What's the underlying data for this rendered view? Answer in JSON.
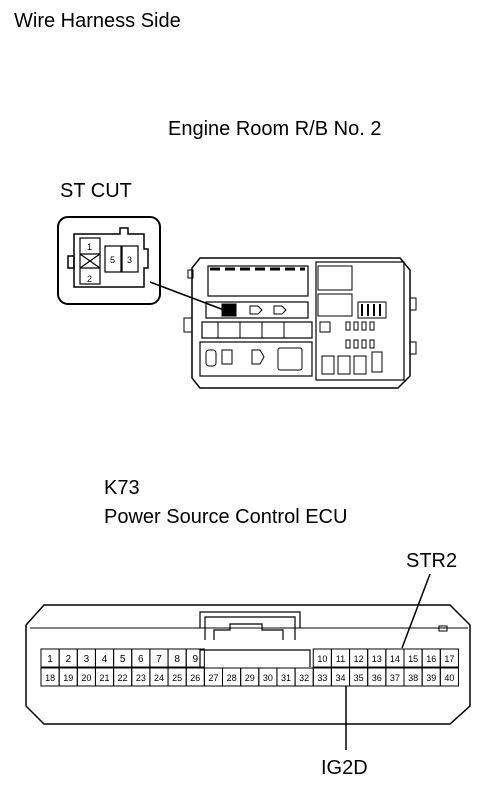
{
  "header": {
    "title": "Wire Harness Side"
  },
  "relay_block": {
    "title": "Engine Room R/B No. 2",
    "relay_label": "ST CUT",
    "relay_pins": [
      "1",
      "2",
      "5",
      "3"
    ]
  },
  "ecu": {
    "connector_code": "K73",
    "name": "Power Source Control ECU",
    "pins_top_left": [
      "1",
      "2",
      "3",
      "4",
      "5",
      "6",
      "7",
      "8",
      "9"
    ],
    "pins_top_right": [
      "10",
      "11",
      "12",
      "13",
      "14",
      "15",
      "16",
      "17"
    ],
    "pins_bottom": [
      "18",
      "19",
      "20",
      "21",
      "22",
      "23",
      "24",
      "25",
      "26",
      "27",
      "28",
      "29",
      "30",
      "31",
      "32",
      "33",
      "34",
      "35",
      "36",
      "37",
      "38",
      "39",
      "40"
    ],
    "callouts": {
      "top": "STR2",
      "bottom": "IG2D"
    }
  }
}
